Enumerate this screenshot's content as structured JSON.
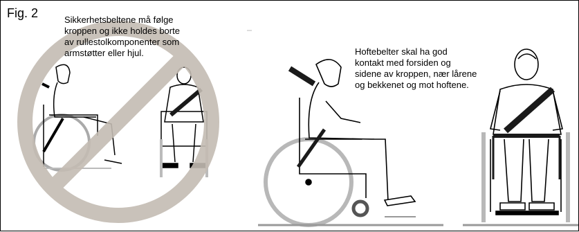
{
  "figure": {
    "label": "Fig. 2",
    "caption_incorrect": "Sikkerhetsbeltene må følge\nkroppen og ikke holdes borte\nav rullestolkomponenter som\narmstøtter eller hjul.",
    "caption_correct": "Hoftebelter skal ha god\nkontakt med forsiden og\nsidene av kroppen, nær lårene\nog bekkenet og mot hoftene."
  },
  "colors": {
    "prohibition": "#c4bcb3",
    "line": "#000000",
    "wheel_gray": "#b8b8b8",
    "belt": "#1a1a1a"
  }
}
